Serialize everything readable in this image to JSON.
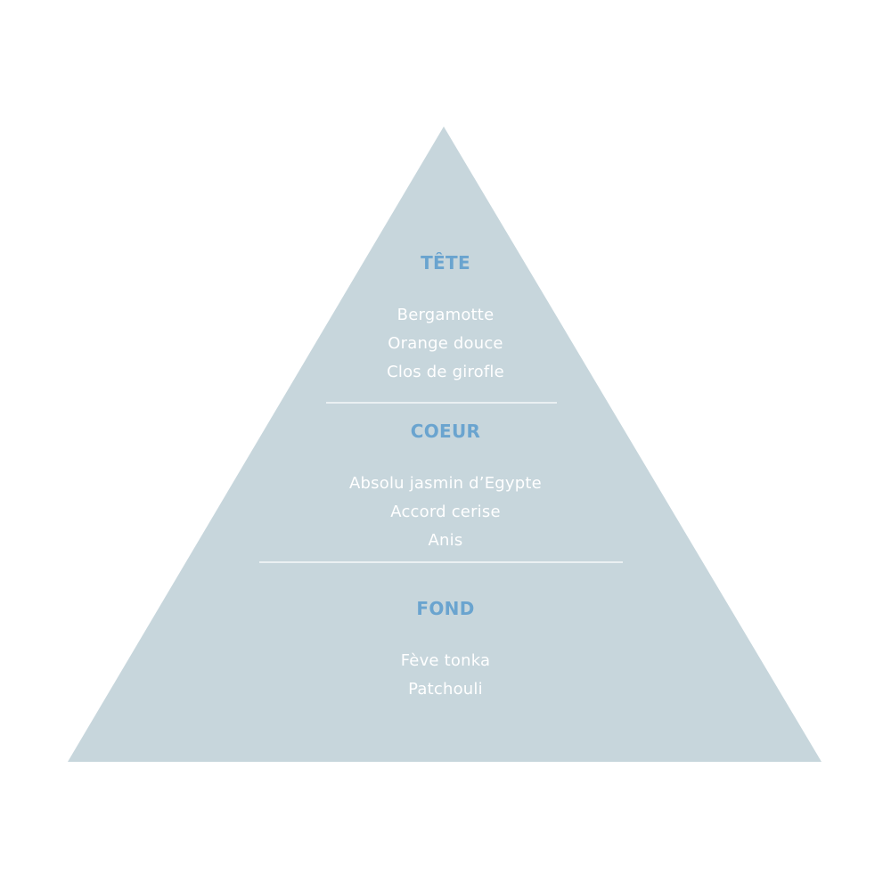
{
  "colors": {
    "pyramid_fill": "#c7d6dc",
    "heading": "#6aa4cf",
    "note_text": "#ffffff",
    "divider": "#ffffff",
    "background": "#ffffff"
  },
  "tiers": {
    "top": {
      "heading": "TÊTE",
      "notes": [
        "Bergamotte",
        "Orange douce",
        "Clos de girofle"
      ]
    },
    "heart": {
      "heading": "COEUR",
      "notes": [
        "Absolu jasmin d’Egypte",
        "Accord cerise",
        "Anis"
      ]
    },
    "base": {
      "heading": "FOND",
      "notes": [
        "Fève tonka",
        "Patchouli"
      ]
    }
  }
}
